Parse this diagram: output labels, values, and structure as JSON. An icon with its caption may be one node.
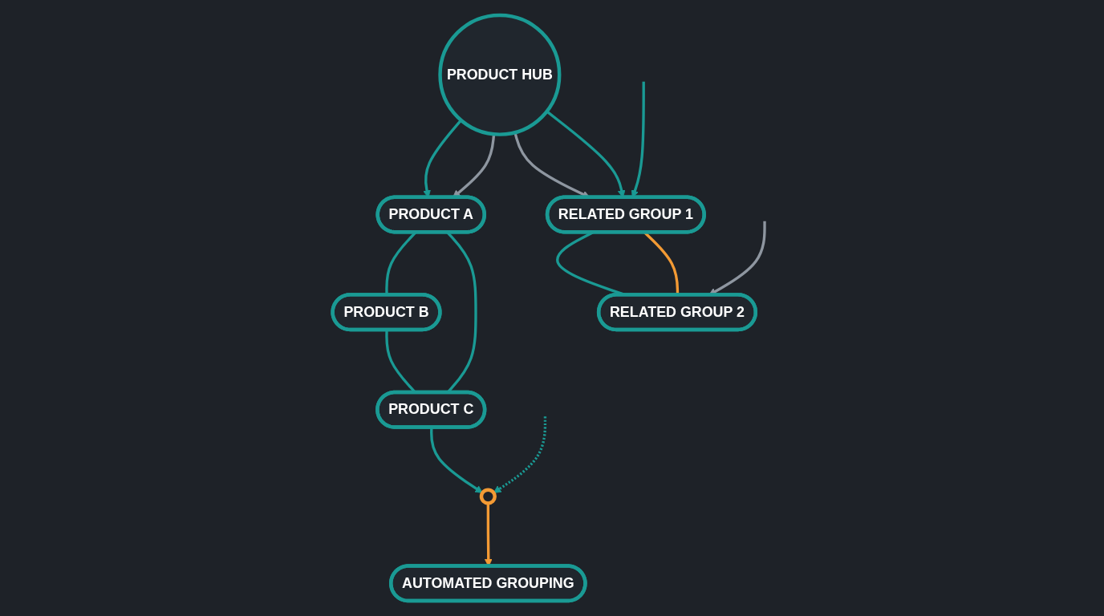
{
  "diagram": {
    "nodes": [
      {
        "text": [
          "PRODUCT HUB"
        ]
      },
      {
        "text": [
          "PRODUCT A"
        ]
      },
      {
        "text": [
          "PRODUCT B"
        ]
      },
      {
        "text": [
          "PRODUCT C"
        ]
      },
      {
        "text": [
          "RELATED GROUP 1"
        ]
      },
      {
        "text": [
          "RELATED GROUP 2"
        ]
      },
      {
        "text": [],
        "shape": "circle"
      },
      {
        "text": [
          "AUTOMATED GROUPING"
        ]
      }
    ],
    "edges": [
      {
        "from": 0,
        "to": 1,
        "arrow": "to"
      },
      {
        "from": 0,
        "to": 1,
        "arrow": "to",
        "color": "#8e96a0"
      },
      {
        "from": 0,
        "to": 4,
        "arrow": "to",
        "color": "#8e96a0"
      },
      {
        "from": 0,
        "to": 4,
        "arrow": "to"
      },
      {
        "from": 1,
        "to": 2,
        "arrow": "none"
      },
      {
        "from": 2,
        "to": 3,
        "arrow": "none"
      },
      {
        "from": 1,
        "to": 3,
        "arrow": "none"
      },
      {
        "from": 3,
        "to": 6,
        "arrow": "to"
      },
      {
        "from": 6,
        "to": 7,
        "arrow": "to",
        "color": "#f39a34"
      },
      {
        "from": 4,
        "to": 5,
        "arrow": "none"
      },
      {
        "from": 4,
        "to": 5,
        "arrow": "none",
        "color": "#f39a34"
      },
      {
        "from": null,
        "to": 4,
        "arrow": "to"
      },
      {
        "from": null,
        "to": 5,
        "arrow": "to",
        "color": "#8e96a0"
      },
      {
        "from": null,
        "to": 6,
        "arrow": "to",
        "style": "dashed"
      }
    ]
  }
}
